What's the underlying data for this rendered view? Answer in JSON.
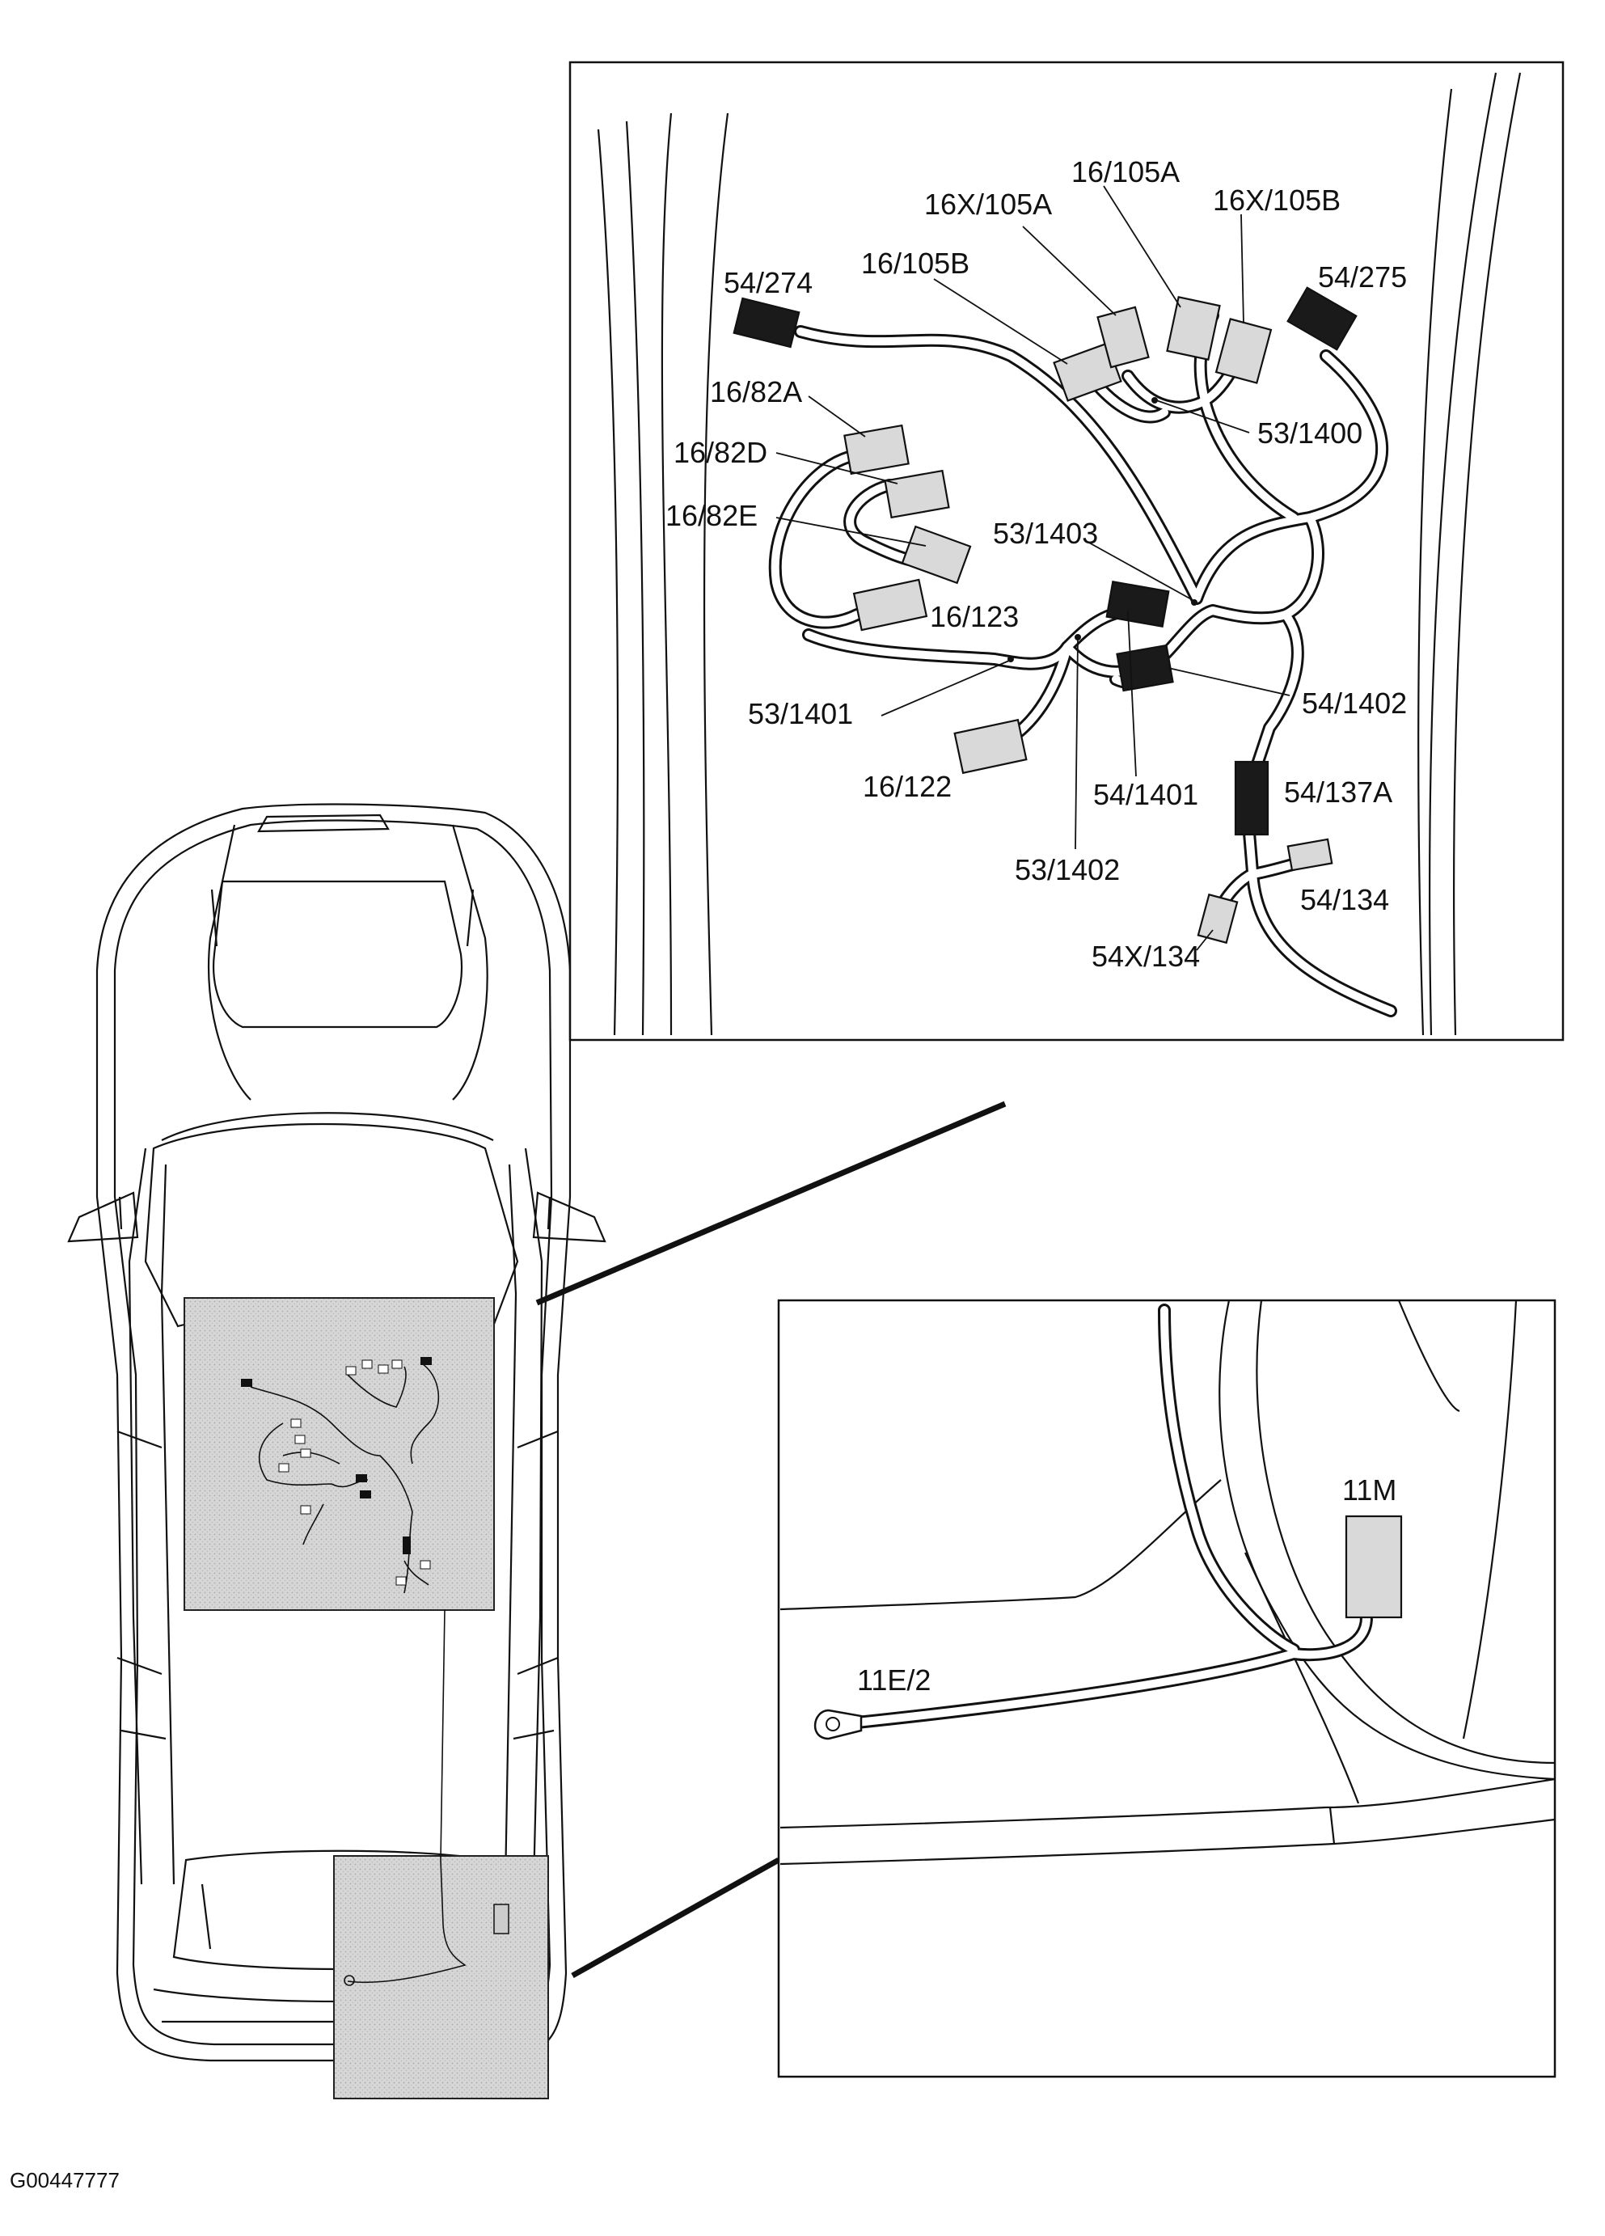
{
  "figure_code": "G00447777",
  "detail_top": {
    "labels": {
      "c54_274": "54/274",
      "c54_275": "54/275",
      "c16_105A": "16/105A",
      "c16X_105A": "16X/105A",
      "c16X_105B": "16X/105B",
      "c16_105B": "16/105B",
      "c16_82A": "16/82A",
      "c16_82D": "16/82D",
      "c16_82E": "16/82E",
      "c53_1400": "53/1400",
      "c53_1403": "53/1403",
      "c16_123": "16/123",
      "c53_1401": "53/1401",
      "c54_1402": "54/1402",
      "c16_122": "16/122",
      "c54_1401": "54/1401",
      "c54_137A": "54/137A",
      "c53_1402": "53/1402",
      "c54_134": "54/134",
      "c54X_134": "54X/134"
    }
  },
  "detail_bottom": {
    "labels": {
      "c11M": "11M",
      "c11E_2": "11E/2"
    }
  },
  "colors": {
    "connector_grey": "#d9d9d9",
    "connector_black": "#1a1a1a",
    "highlight_area": "#d4d4d4"
  }
}
